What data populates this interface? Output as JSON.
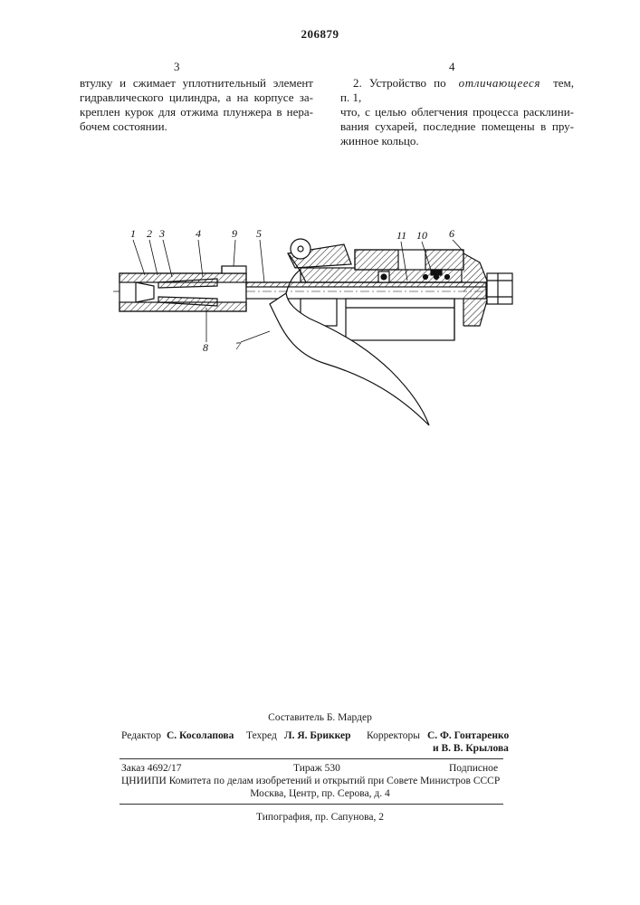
{
  "patent": {
    "number": "206879"
  },
  "columns": {
    "left": {
      "number": "3",
      "lines": [
        "втулку и сжимает уплотнительный элемент",
        "гидравлического цилиндра, а на корпусе за-",
        "креплен курок для отжима плунжера в нера-",
        "бочем состоянии."
      ]
    },
    "right": {
      "number": "4",
      "claim_prefix": "2. Устройство по п. 1,",
      "claim_italic": "отличающееся",
      "claim_line1_end": "тем,",
      "lines": [
        "что, с целью облегчения процесса расклини-",
        "вания сухарей, последние помещены в пру-",
        "жинное кольцо."
      ]
    }
  },
  "figure": {
    "labels": [
      "1",
      "2",
      "3",
      "4",
      "9",
      "5",
      "11",
      "10",
      "6",
      "8",
      "7"
    ]
  },
  "footer": {
    "compiler": "Составитель Б. Мардер",
    "editor_label": "Редактор",
    "editor_name": "С. Косолапова",
    "techred_label": "Техред",
    "techred_name": "Л. Я. Бриккер",
    "correctors_label": "Корректоры",
    "corrector1": "С. Ф. Гонтаренко",
    "corrector2": "и В. В. Крылова",
    "order": "Заказ 4692/17",
    "circulation": "Тираж 530",
    "subscription": "Подписное",
    "org_line": "ЦНИИПИ Комитета по делам изобретений и открытий при Совете Министров СССР",
    "address": "Москва, Центр, пр. Серова, д. 4",
    "printing": "Типография, пр. Сапунова, 2"
  }
}
